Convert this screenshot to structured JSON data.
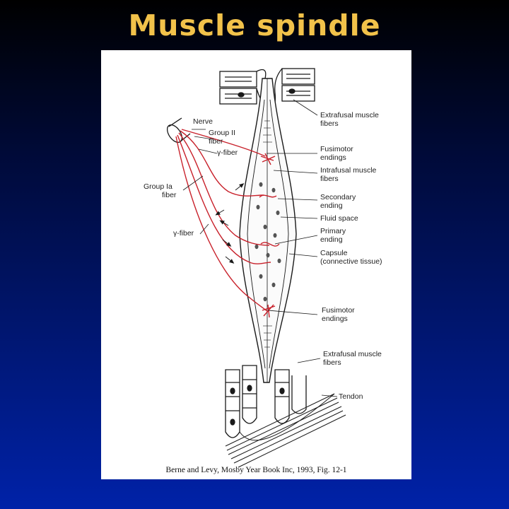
{
  "title": "Muscle spindle",
  "citation": "Berne and Levy, Mosby Year Book Inc, 1993, Fig. 12-1",
  "colors": {
    "title": "#f2c24a",
    "nerve_fibers": "#c8202a",
    "line_art": "#1a1a1a"
  },
  "diagram": {
    "labels": {
      "nerve": "Nerve",
      "group_ii_1": "Group II",
      "group_ii_2": "fiber",
      "gamma_fiber_upper": "γ-fiber",
      "group_ia_1": "Group Ia",
      "group_ia_2": "fiber",
      "gamma_fiber_lower": "γ-fiber",
      "extrafusal_top_1": "Extrafusal muscle",
      "extrafusal_top_2": "fibers",
      "fusimotor_top_1": "Fusimotor",
      "fusimotor_top_2": "endings",
      "intrafusal_1": "Intrafusal muscle",
      "intrafusal_2": "fibers",
      "secondary_1": "Secondary",
      "secondary_2": "ending",
      "fluid_space": "Fluid space",
      "primary_1": "Primary",
      "primary_2": "ending",
      "capsule_1": "Capsule",
      "capsule_2": "(connective tissue)",
      "fusimotor_bottom_1": "Fusimotor",
      "fusimotor_bottom_2": "endings",
      "extrafusal_bottom_1": "Extrafusal muscle",
      "extrafusal_bottom_2": "fibers",
      "tendon": "Tendon"
    }
  }
}
